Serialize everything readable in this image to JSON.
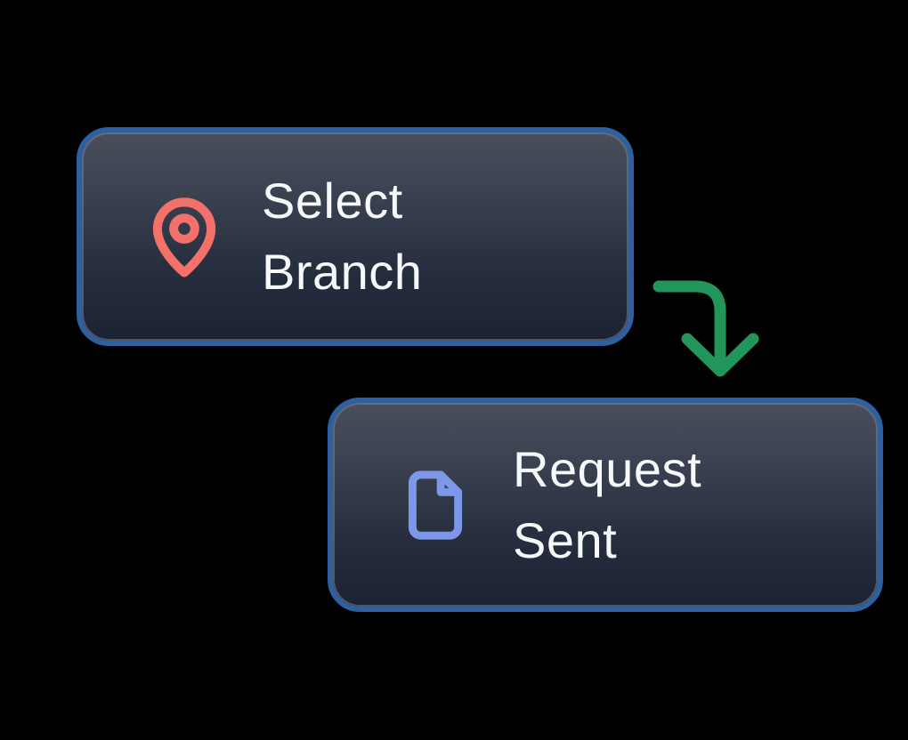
{
  "page": {
    "background": "#000000"
  },
  "flow": {
    "nodes": [
      {
        "label_line1": "Select",
        "label_line2": "Branch",
        "icon": "location-pin-icon",
        "icon_color": "#f4716a"
      },
      {
        "label_line1": "Request",
        "label_line2": "Sent",
        "icon": "document-icon",
        "icon_color": "#7d98e8"
      }
    ],
    "connector": {
      "icon": "curved-arrow-down-icon",
      "color": "#22965a"
    }
  },
  "colors": {
    "card_border": "#2e5f9e",
    "card_gradient_top": "#484e5a",
    "card_gradient_bottom": "#1a2234",
    "card_inner_ring": "#828996",
    "text": "#f7f8fa"
  }
}
